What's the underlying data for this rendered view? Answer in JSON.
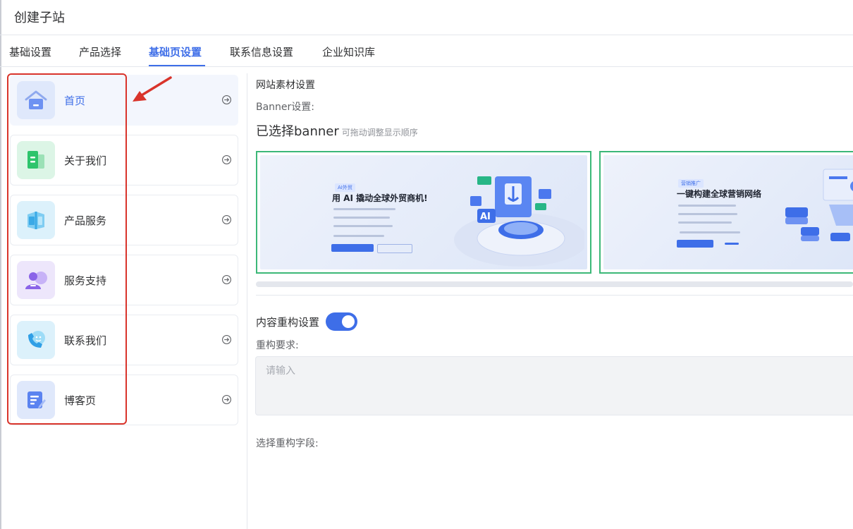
{
  "window": {
    "title": "创建子站"
  },
  "tabs": [
    {
      "label": "基础设置",
      "active": false
    },
    {
      "label": "产品选择",
      "active": false
    },
    {
      "label": "基础页设置",
      "active": true
    },
    {
      "label": "联系信息设置",
      "active": false
    },
    {
      "label": "企业知识库",
      "active": false
    }
  ],
  "sidebar": {
    "items": [
      {
        "label": "首页",
        "icon": "home-icon",
        "active": true
      },
      {
        "label": "关于我们",
        "icon": "building-icon",
        "active": false
      },
      {
        "label": "产品服务",
        "icon": "product-box-icon",
        "active": false
      },
      {
        "label": "服务支持",
        "icon": "support-user-icon",
        "active": false
      },
      {
        "label": "联系我们",
        "icon": "phone-icon",
        "active": false
      },
      {
        "label": "博客页",
        "icon": "blog-edit-icon",
        "active": false
      }
    ]
  },
  "main": {
    "section_title": "网站素材设置",
    "banner_label": "Banner设置:",
    "selected_banner_title": "已选择banner",
    "selected_banner_hint": "可拖动调整显示顺序",
    "banners": [
      {
        "tag": "AI外贸",
        "headline": "用 AI 撬动全球外贸商机!"
      },
      {
        "tag": "营销推广",
        "headline": "一键构建全球营销网络"
      }
    ],
    "content_rebuild_label": "内容重构设置",
    "content_rebuild_enabled": true,
    "rebuild_requirement_label": "重构要求:",
    "rebuild_requirement_placeholder": "请输入",
    "rebuild_requirement_value": "",
    "select_fields_label": "选择重构字段:"
  },
  "colors": {
    "accent": "#3e6ee8",
    "highlight_red": "#d9342b",
    "banner_border": "#3cb878"
  }
}
